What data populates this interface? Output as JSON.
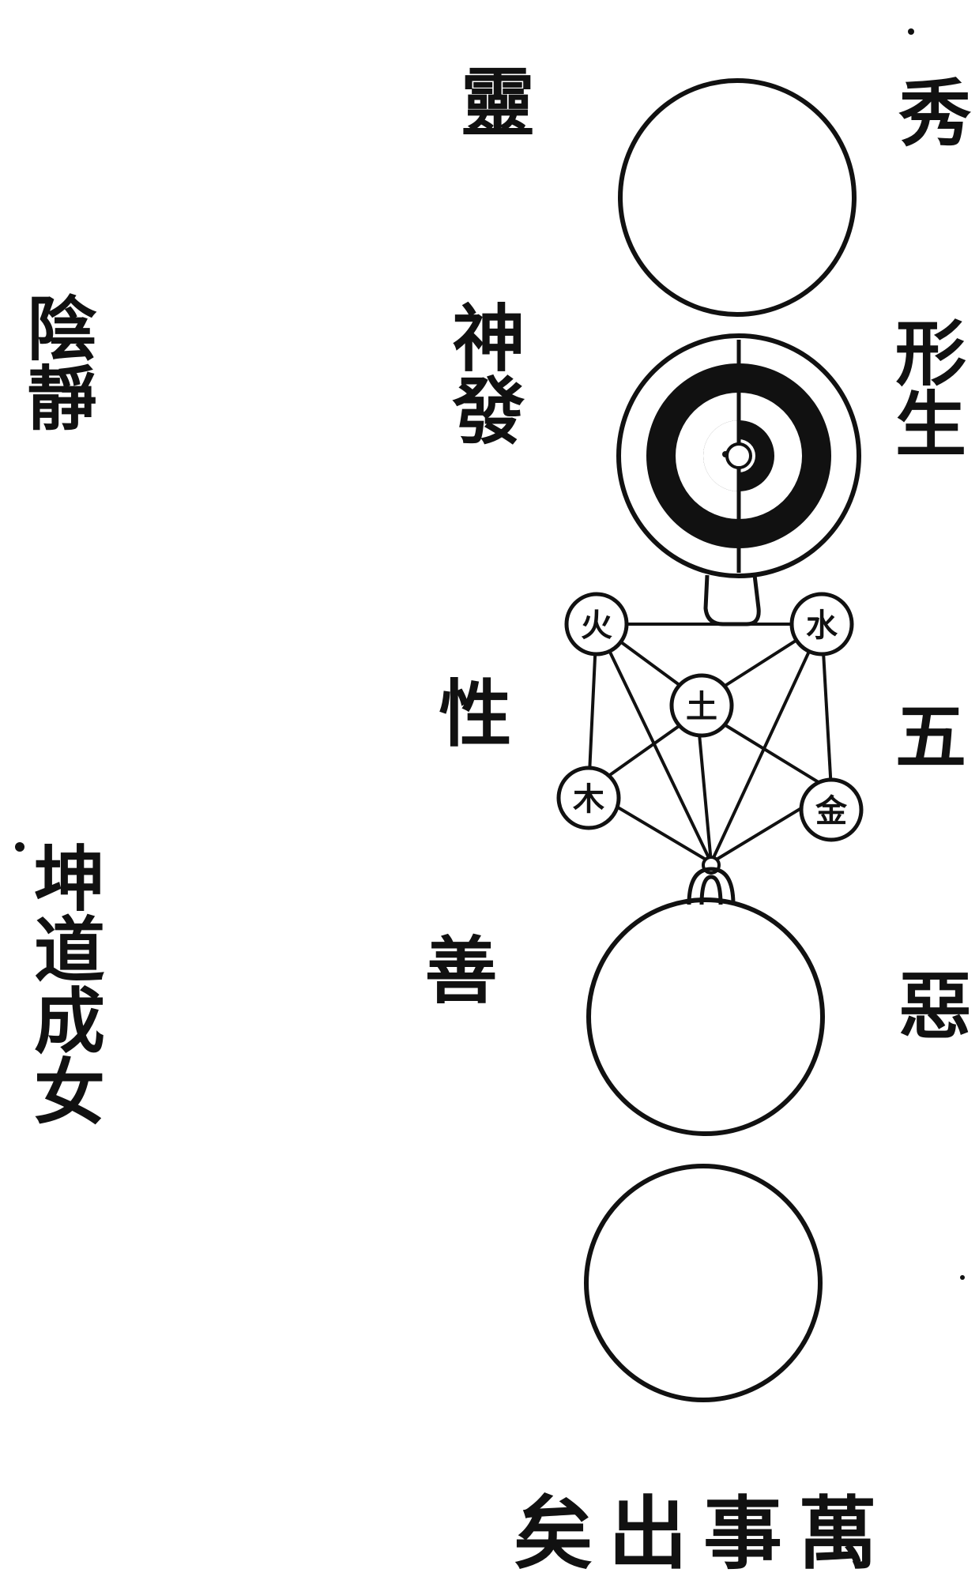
{
  "labels": {
    "ling": "靈",
    "xiu": "秀",
    "shen_fa": "神發",
    "xing_sheng": "形生",
    "xing_nature": "性",
    "wu": "五",
    "shan": "善",
    "e": "惡",
    "yin_jing": "陰靜",
    "kun_dao": "坤道成女",
    "wan_shi": "萬事出矣"
  },
  "elements": {
    "fire": "火",
    "water": "水",
    "earth": "土",
    "wood": "木",
    "metal": "金"
  },
  "colors": {
    "ink": "#111111",
    "paper": "#ffffff"
  }
}
